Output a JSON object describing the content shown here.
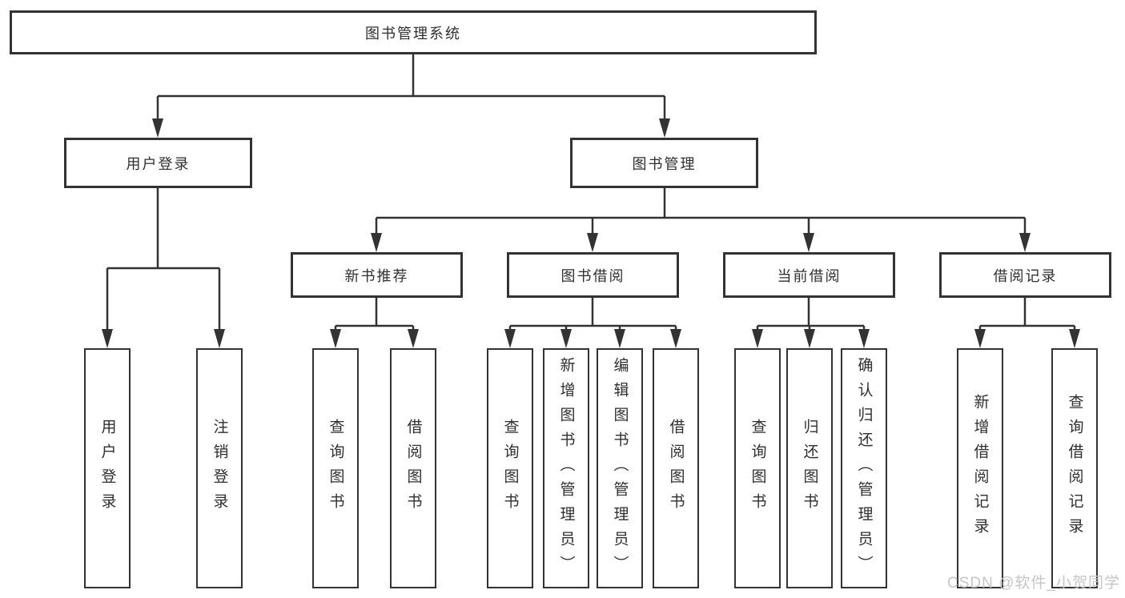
{
  "diagram": {
    "root": {
      "label": "图书管理系统"
    },
    "branches": [
      {
        "label": "用户登录",
        "children": [
          {
            "label": "用户登录"
          },
          {
            "label": "注销登录"
          }
        ]
      },
      {
        "label": "图书管理",
        "children": [
          {
            "label": "新书推荐",
            "children": [
              {
                "label": "查询图书"
              },
              {
                "label": "借阅图书"
              }
            ]
          },
          {
            "label": "图书借阅",
            "children": [
              {
                "label": "查询图书"
              },
              {
                "label": "新增图书（管理员）"
              },
              {
                "label": "编辑图书（管理员）"
              },
              {
                "label": "借阅图书"
              }
            ]
          },
          {
            "label": "当前借阅",
            "children": [
              {
                "label": "查询图书"
              },
              {
                "label": "归还图书"
              },
              {
                "label": "确认归还（管理员）"
              }
            ]
          },
          {
            "label": "借阅记录",
            "children": [
              {
                "label": "新增借阅记录"
              },
              {
                "label": "查询借阅记录"
              }
            ]
          }
        ]
      }
    ]
  },
  "watermark": {
    "text": "CSDN @软件_小贺同学"
  },
  "colors": {
    "line": "#333333",
    "text": "#2f2f2f",
    "box_fill": "#ffffff",
    "watermark": "#c6c6c6",
    "background": "#ffffff"
  }
}
